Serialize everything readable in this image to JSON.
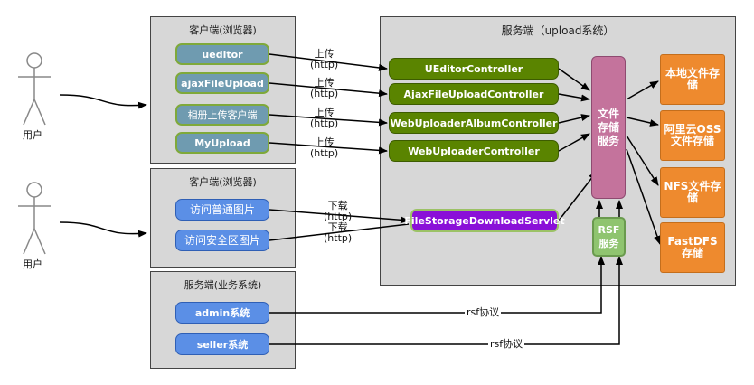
{
  "groups": {
    "client1_title": "客户端(浏览器)",
    "client2_title": "客户端(浏览器)",
    "server_business_title": "服务端(业务系统)",
    "server_upload_title": "服务端（upload系统）"
  },
  "actors": {
    "user1": "用户",
    "user2": "用户"
  },
  "client1": {
    "ueditor": "ueditor",
    "ajax": "ajaxFileUpload",
    "album": "相册上传客户端",
    "myupload": "MyUpload"
  },
  "client2": {
    "normal": "访问普通图片",
    "secure": "访问安全区图片"
  },
  "business": {
    "admin": "admin系统",
    "seller": "seller系统"
  },
  "controllers": {
    "ueditor": "UEditorController",
    "ajax": "AjaxFileUploadController",
    "album": "WebUploaderAlbumController",
    "webuploader": "WebUploaderController",
    "download": "FileStorageDownloadServlet"
  },
  "service": {
    "file_service": "文件存储服务",
    "rsf": "RSF服务"
  },
  "storage": {
    "local": "本地文件存储",
    "oss": "阿里云OSS文件存储",
    "nfs": "NFS文件存储",
    "fastdfs": "FastDFS 存储"
  },
  "edge_labels": {
    "upload1": "上传",
    "upload1_sub": "(http)",
    "upload2": "上传",
    "upload2_sub": "(http)",
    "upload3": "上传",
    "upload3_sub": "(http)",
    "upload4": "上传",
    "upload4_sub": "(http)",
    "download1": "下载",
    "download1_sub": "(http)",
    "download2": "下载",
    "download2_sub": "(http)",
    "rsf1": "rsf协议",
    "rsf2": "rsf协议"
  }
}
